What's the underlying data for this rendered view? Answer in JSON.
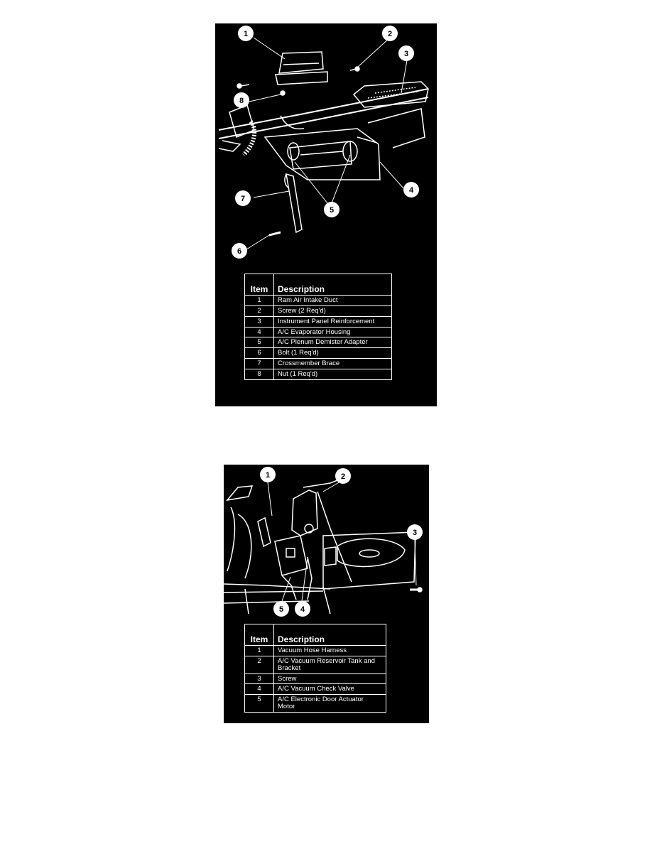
{
  "figure_1": {
    "callouts": [
      "1",
      "2",
      "3",
      "8",
      "7",
      "4",
      "5",
      "6"
    ],
    "legend": {
      "header_item": "Item",
      "header_description": "Description",
      "rows": [
        {
          "item": "1",
          "description": "Ram Air Intake Duct"
        },
        {
          "item": "2",
          "description": "Screw (2 Req'd)"
        },
        {
          "item": "3",
          "description": "Instrument Panel Reinforcement"
        },
        {
          "item": "4",
          "description": "A/C Evaporator Housing"
        },
        {
          "item": "5",
          "description": "A/C Plenum Demister Adapter"
        },
        {
          "item": "6",
          "description": "Bolt (1 Req'd)"
        },
        {
          "item": "7",
          "description": "Crossmember Brace"
        },
        {
          "item": "8",
          "description": "Nut (1 Req'd)"
        }
      ]
    }
  },
  "figure_2": {
    "callouts": [
      "1",
      "2",
      "3",
      "5",
      "4"
    ],
    "legend": {
      "header_item": "Item",
      "header_description": "Description",
      "rows": [
        {
          "item": "1",
          "description": "Vacuum Hose Harness"
        },
        {
          "item": "2",
          "description": "A/C Vacuum Reservoir Tank and Bracket"
        },
        {
          "item": "3",
          "description": "Screw"
        },
        {
          "item": "4",
          "description": "A/C Vacuum Check Valve"
        },
        {
          "item": "5",
          "description": "A/C Electronic Door Actuator Motor"
        }
      ]
    }
  }
}
